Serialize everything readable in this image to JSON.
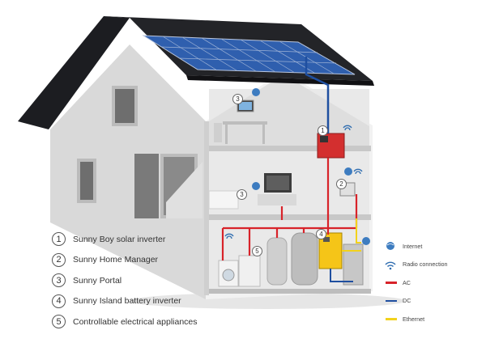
{
  "legend": {
    "items": [
      {
        "number": "1",
        "label": "Sunny Boy solar inverter"
      },
      {
        "number": "2",
        "label": "Sunny Home Manager"
      },
      {
        "number": "3",
        "label": "Sunny Portal"
      },
      {
        "number": "4",
        "label": "Sunny Island battery inverter"
      },
      {
        "number": "5",
        "label": "Controllable electrical appliances"
      }
    ]
  },
  "key": {
    "internet": "Internet",
    "radio": "Radio connection",
    "ac": "AC",
    "dc": "DC",
    "ethernet": "Ethernet"
  },
  "badges": {
    "b1": "1",
    "b2": "2",
    "b3a": "3",
    "b3b": "3",
    "b4": "4",
    "b5": "5"
  },
  "colors": {
    "ac": "#d8232a",
    "dc": "#1f4fa0",
    "ethernet": "#f2d21c",
    "roof": "#1c1d21",
    "wall": "#dcdcdc",
    "solar_panel": "#2f5fae"
  }
}
